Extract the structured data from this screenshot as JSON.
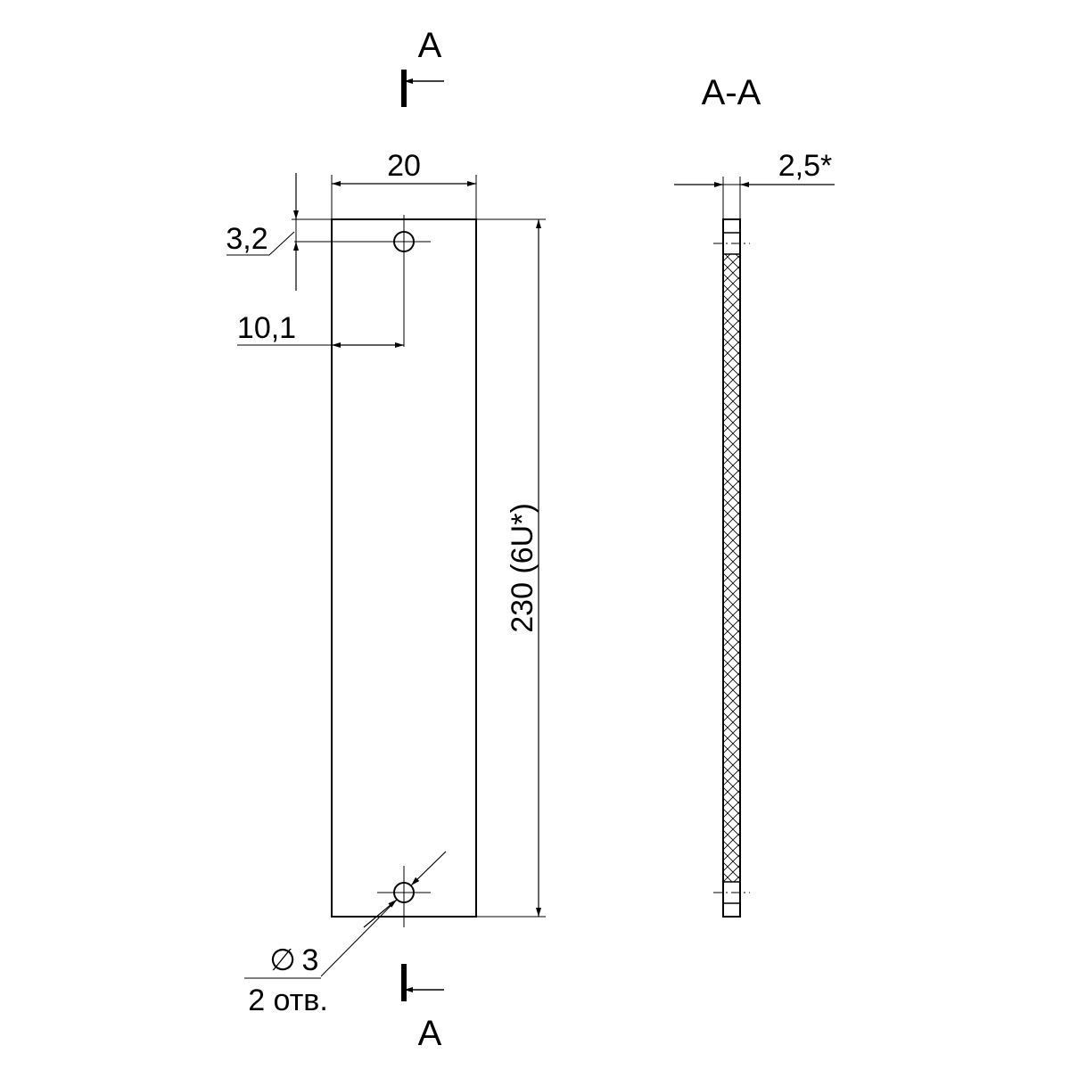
{
  "section_marks": {
    "top": "А",
    "bottom": "А"
  },
  "section_view_title": "А-А",
  "dimensions": {
    "width": "20",
    "hole_offset_from_top": "3,2",
    "hole_offset_from_side": "10,1",
    "height": "230 (6U*)",
    "thickness": "2,5*",
    "hole_diameter_symbol": "∅",
    "hole_diameter": "3",
    "hole_count": "2 отв."
  },
  "colors": {
    "line": "#000000",
    "background": "#ffffff"
  }
}
